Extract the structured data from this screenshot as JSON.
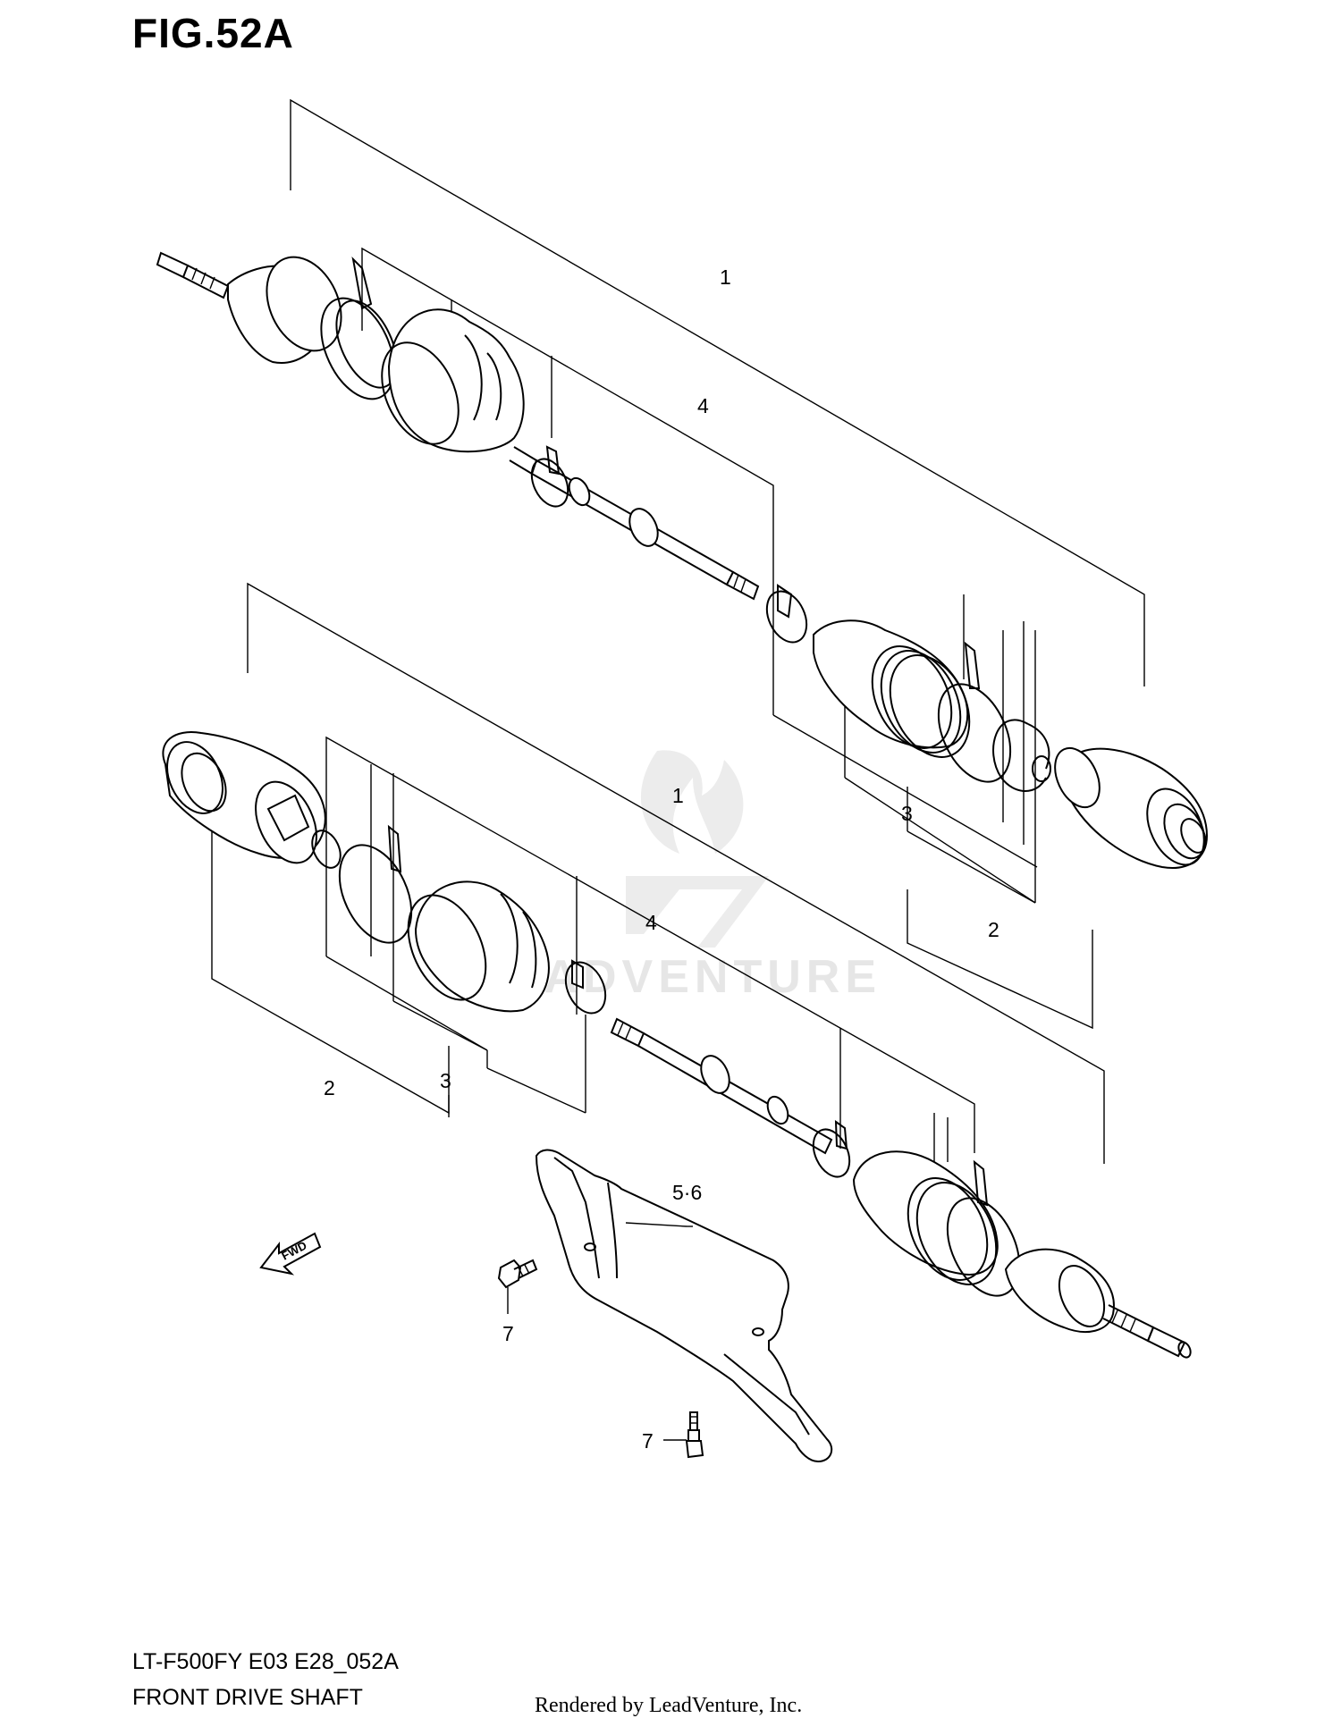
{
  "figure": {
    "title": "FIG.52A",
    "model_code": "LT-F500FY E03 E28_052A",
    "name": "FRONT DRIVE SHAFT",
    "credit": "Rendered by LeadVenture, Inc."
  },
  "callouts": {
    "upper": {
      "c1": "1",
      "c4": "4",
      "c3": "3",
      "c2": "2"
    },
    "lower": {
      "c1": "1",
      "c4": "4",
      "c2": "2",
      "c3": "3",
      "c56": "5·6",
      "c7a": "7",
      "c7b": "7"
    }
  },
  "direction_arrow": {
    "label": "FWD"
  },
  "watermark": {
    "text": "LEADVENTURE"
  }
}
